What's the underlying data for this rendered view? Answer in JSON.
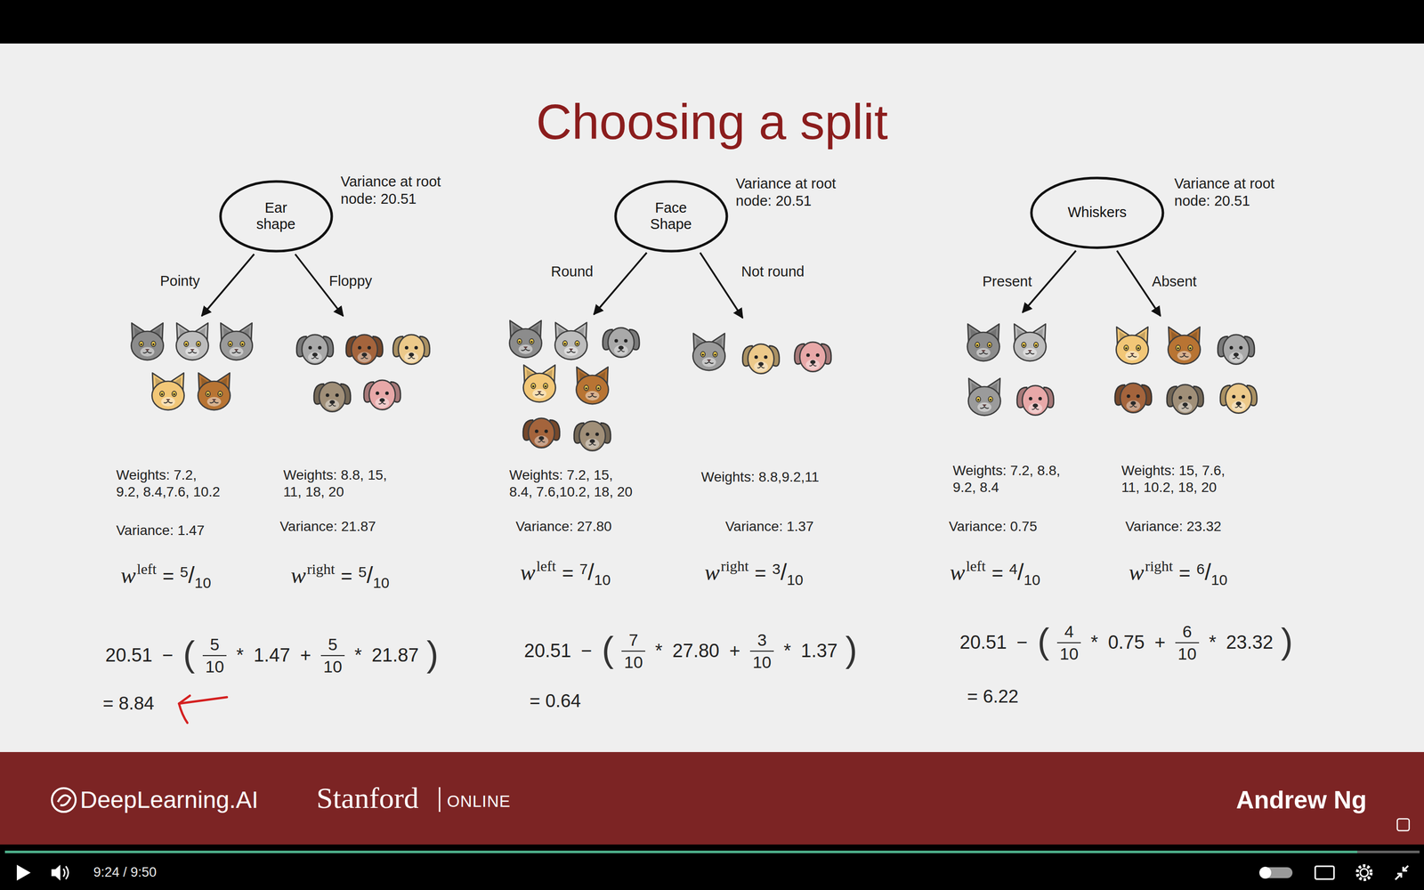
{
  "diagram": {
    "title": "Choosing a split",
    "nodes": [
      {
        "text": [
          "Ear shape"
        ]
      },
      {
        "text": [
          "Face Shape"
        ]
      },
      {
        "text": [
          "Whiskers"
        ]
      }
    ],
    "labels": [
      "Variance at root node: 20.51",
      "Pointy",
      "Floppy",
      "Weights: 7.2, 9.2, 8.4,7.6, 10.2",
      "Weights: 8.8, 15, 11, 18, 20",
      "Variance: 1.47",
      "Variance: 21.87",
      "w",
      "left",
      "=",
      "5",
      "/",
      "10",
      "w",
      "right",
      "=",
      "5",
      "/",
      "10",
      "20.51",
      "−",
      "(",
      "5",
      "10",
      "*",
      "1.47",
      "+",
      "5",
      "10",
      "*",
      "21.87",
      ")",
      "= 8.84",
      "Variance at root node: 20.51",
      "Round",
      "Not round",
      "Weights: 7.2, 15, 8.4, 7.6,10.2, 18, 20",
      "Weights: 8.8,9.2,11",
      "Variance: 27.80",
      "Variance: 1.37",
      "w",
      "left",
      "=",
      "7",
      "/",
      "10",
      "w",
      "right",
      "=",
      "3",
      "/",
      "10",
      "20.51",
      "−",
      "(",
      "7",
      "10",
      "*",
      "27.80",
      "+",
      "3",
      "10",
      "*",
      "1.37",
      ")",
      "= 0.64",
      "Variance at root node: 20.51",
      "Present",
      "Absent",
      "Weights: 7.2, 8.8, 9.2, 8.4",
      "Weights: 15, 7.6, 11, 10.2, 18, 20",
      "Variance: 0.75",
      "Variance: 23.32",
      "w",
      "left",
      "=",
      "4",
      "/",
      "10",
      "w",
      "right",
      "=",
      "6",
      "/",
      "10",
      "20.51",
      "−",
      "(",
      "4",
      "10",
      "*",
      "0.75",
      "+",
      "6",
      "10",
      "*",
      "23.32",
      ")",
      "= 6.22",
      "DeepLearning.AI",
      "Stanford",
      "ONLINE",
      "Andrew Ng",
      "9:24 / 9:50"
    ]
  }
}
